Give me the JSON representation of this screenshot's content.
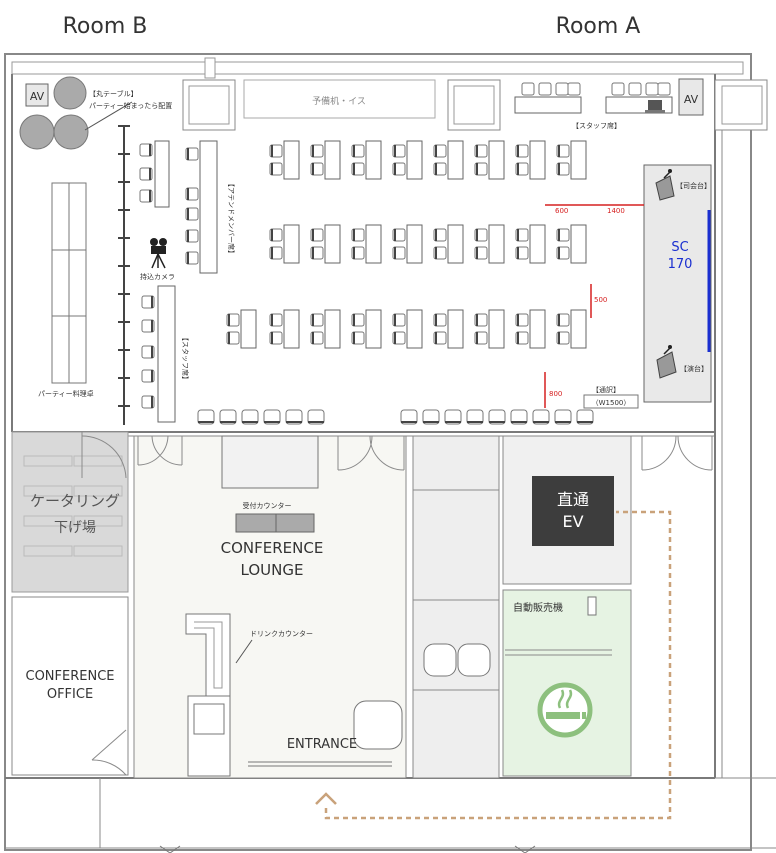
{
  "rooms": {
    "room_b": "Room B",
    "room_a": "Room A"
  },
  "labels": {
    "av": "AV",
    "round_table": "【丸テーブル】",
    "round_table_note": "パーティー始まったら配置",
    "spare_desks": "予備机・イス",
    "staff_seat_top": "【スタッフ席】",
    "attend_member": "【アテンドメンバー席】",
    "camera": "持込カメラ",
    "staff_seat_left": "【スタッフ席】",
    "party_table": "パーティー料理卓",
    "mc_stand": "【司会台】",
    "podium": "【演台】",
    "screen": "SC",
    "screen_size": "170",
    "interpret": "【通訳】",
    "interpret_width": "（W1500）",
    "catering": "ケータリング",
    "catering2": "下げ場",
    "reception": "受付カウンター",
    "lounge1": "CONFERENCE",
    "lounge2": "LOUNGE",
    "drink": "ドリンクカウンター",
    "office1": "CONFERENCE",
    "office2": "OFFICE",
    "entrance": "ENTRANCE",
    "ev1": "直通",
    "ev2": "EV",
    "vending": "自動販売機"
  },
  "dimensions": {
    "d600": "600",
    "d1400": "1400",
    "d500": "500",
    "d800": "800"
  },
  "icons": {
    "camera": "movie-camera-icon",
    "smoking": "smoking-area-icon",
    "arrow": "up-arrow-icon",
    "laptop": "laptop-icon"
  },
  "colors": {
    "dimension_line": "#d62020",
    "screen": "#1a2fd0",
    "ev": "#3d3d3d",
    "smoking_bg": "#e6f3e3",
    "smoking_icon": "#8dc07e",
    "catering_bg": "#d9d9d9",
    "route": "#c9a27a"
  }
}
